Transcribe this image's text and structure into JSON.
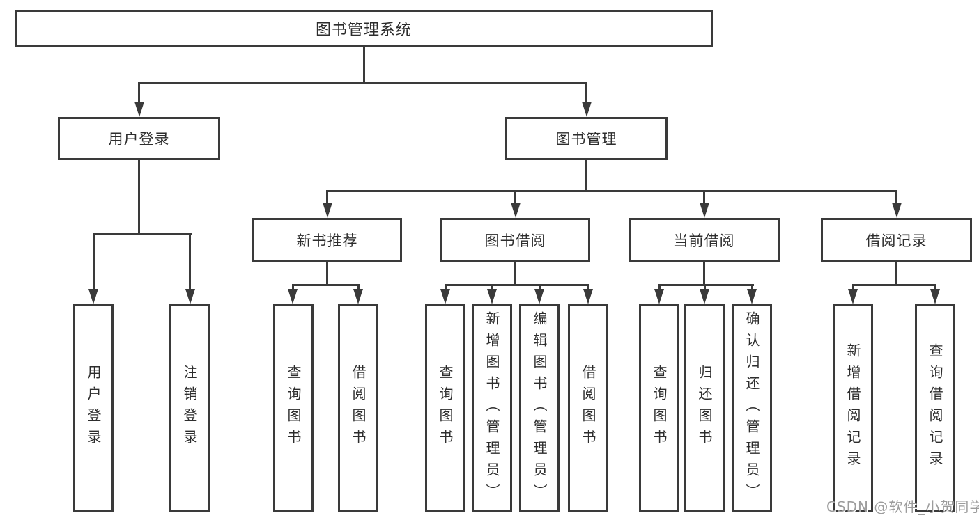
{
  "diagram": {
    "root": {
      "label": "图书管理系统"
    },
    "level2": [
      {
        "label": "用户登录"
      },
      {
        "label": "图书管理"
      }
    ],
    "level3": [
      {
        "label": "新书推荐",
        "parent": "图书管理"
      },
      {
        "label": "图书借阅",
        "parent": "图书管理"
      },
      {
        "label": "当前借阅",
        "parent": "图书管理"
      },
      {
        "label": "借阅记录",
        "parent": "图书管理"
      }
    ],
    "leaves": [
      {
        "label": "用户登录",
        "parent": "用户登录"
      },
      {
        "label": "注销登录",
        "parent": "用户登录"
      },
      {
        "label": "查询图书",
        "parent": "新书推荐"
      },
      {
        "label": "借阅图书",
        "parent": "新书推荐"
      },
      {
        "label": "查询图书",
        "parent": "图书借阅"
      },
      {
        "label": "新增图书（管理员）",
        "parent": "图书借阅"
      },
      {
        "label": "编辑图书（管理员）",
        "parent": "图书借阅"
      },
      {
        "label": "借阅图书",
        "parent": "图书借阅"
      },
      {
        "label": "查询图书",
        "parent": "当前借阅"
      },
      {
        "label": "归还图书",
        "parent": "当前借阅"
      },
      {
        "label": "确认归还（管理员）",
        "parent": "当前借阅"
      },
      {
        "label": "新增借阅记录",
        "parent": "借阅记录"
      },
      {
        "label": "查询借阅记录",
        "parent": "借阅记录"
      }
    ]
  },
  "watermark": {
    "text": "CSDN @软件_小贺同学"
  },
  "colors": {
    "line": "#3a3a3a",
    "text": "#2d2d2d",
    "bg": "#ffffff",
    "watermark": "#9c9c9c"
  }
}
